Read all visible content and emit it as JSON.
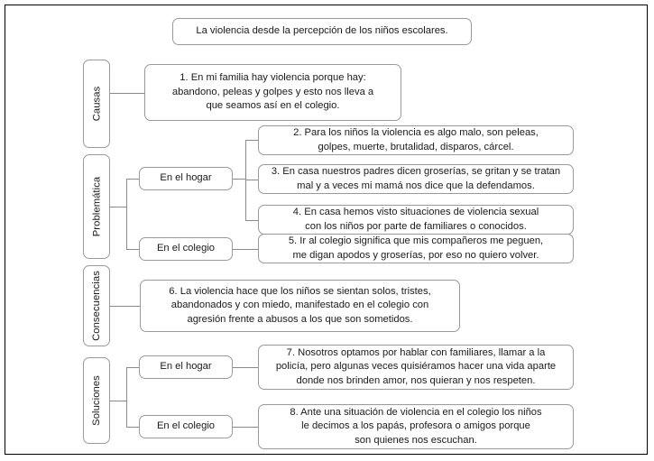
{
  "diagram": {
    "title_box": {
      "label": "La violencia desde la percepción de los niños escolares."
    },
    "categories": [
      {
        "key": "causas",
        "label": "Causas"
      },
      {
        "key": "problematica",
        "label": "Problemática"
      },
      {
        "key": "consecuencias",
        "label": "Consecuencias"
      },
      {
        "key": "soluciones",
        "label": "Soluciones"
      }
    ],
    "mid_nodes": [
      {
        "key": "prob-hogar",
        "label": "En el hogar"
      },
      {
        "key": "prob-colegio",
        "label": "En el colegio"
      },
      {
        "key": "sol-hogar",
        "label": "En el hogar"
      },
      {
        "key": "sol-colegio",
        "label": "En el colegio"
      }
    ],
    "items": [
      {
        "number": "1",
        "text": "1. En mi familia hay violencia porque hay:\nabandono, peleas y golpes y esto nos lleva a\nque seamos así en el colegio."
      },
      {
        "number": "2",
        "text": "2. Para los niños la violencia es algo malo, son peleas,\ngolpes, muerte, brutalidad, disparos, cárcel."
      },
      {
        "number": "3",
        "text": "3. En casa nuestros padres dicen groserías, se gritan y se tratan\nmal y a veces mi mamá nos dice que la defendamos."
      },
      {
        "number": "4",
        "text": "4. En casa hemos visto situaciones de violencia sexual\ncon los niños por parte de familiares o conocidos."
      },
      {
        "number": "5",
        "text": "5. Ir al colegio significa que mis compañeros me peguen,\nme digan apodos y groserías, por eso no quiero volver."
      },
      {
        "number": "6",
        "text": "6. La violencia hace que los niños se sientan solos, tristes,\nabandonados y con miedo, manifestado en el colegio con\nagresión frente a abusos a los que son sometidos."
      },
      {
        "number": "7",
        "text": "7. Nosotros optamos por hablar con familiares, llamar a la\npolicía, pero algunas veces quisiéramos hacer una vida aparte\ndonde nos brinden amor, nos quieran y nos respeten."
      },
      {
        "number": "8",
        "text": "8. Ante una situación de violencia en el colegio los niños\nle decimos a los papás, profesora o amigos porque\nson quienes nos escuchan."
      }
    ],
    "colors": {
      "frame_border": "#000000",
      "node_border": "#9a9a9a",
      "connector": "#8a8a8a",
      "text": "#1a1a1a",
      "background": "#ffffff"
    }
  }
}
